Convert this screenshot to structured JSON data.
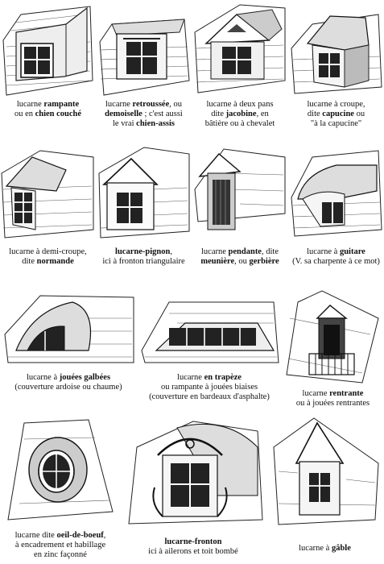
{
  "items": [
    {
      "lines": [
        [
          "lucarne ",
          [
            "rampante"
          ]
        ],
        [
          "ou en ",
          [
            "chien couché"
          ]
        ]
      ]
    },
    {
      "lines": [
        [
          "lucarne ",
          [
            "retroussée"
          ],
          ", ou"
        ],
        [
          [
            "demoiselle"
          ],
          " ; c'est aussi"
        ],
        [
          "le vrai ",
          [
            "chien-assis"
          ]
        ]
      ]
    },
    {
      "lines": [
        [
          "lucarne à deux pans"
        ],
        [
          "dite ",
          [
            "jacobine"
          ],
          ", en"
        ],
        [
          "bâtière ou à chevalet"
        ]
      ]
    },
    {
      "lines": [
        [
          "lucarne à croupe,"
        ],
        [
          "dite ",
          [
            "capucine"
          ],
          " ou"
        ],
        [
          "\"à la capucine\""
        ]
      ]
    },
    {
      "lines": [
        [
          "lucarne à demi-croupe,"
        ],
        [
          "dite ",
          [
            "normande"
          ]
        ]
      ]
    },
    {
      "lines": [
        [
          [
            "lucarne-pignon"
          ],
          ","
        ],
        [
          "ici à fronton triangulaire"
        ]
      ]
    },
    {
      "lines": [
        [
          "lucarne ",
          [
            "pendante"
          ],
          ", dite"
        ],
        [
          [
            "meunière"
          ],
          ", ou ",
          [
            "gerbière"
          ]
        ]
      ]
    },
    {
      "lines": [
        [
          "lucarne à ",
          [
            "guitare"
          ]
        ],
        [
          "(V. sa charpente à ce mot)"
        ]
      ]
    },
    {
      "lines": [
        [
          "lucarne à ",
          [
            "jouées galbées"
          ]
        ],
        [
          "(couverture ardoise ou chaume)"
        ]
      ]
    },
    {
      "lines": [
        [
          "lucarne ",
          [
            "en trapèze"
          ]
        ],
        [
          "ou rampante à jouées biaises"
        ],
        [
          "(couverture en bardeaux d'asphalte)"
        ]
      ]
    },
    {
      "lines": [
        [
          "lucarne ",
          [
            "rentrante"
          ]
        ],
        [
          "ou à jouées rentrantes"
        ]
      ]
    },
    {
      "lines": [
        [
          "lucarne dite ",
          [
            "oeil-de-boeuf"
          ],
          ","
        ],
        [
          "à encadrement et habillage"
        ],
        [
          "en zinc façonné"
        ]
      ]
    },
    {
      "lines": [
        [
          [
            "lucarne-fronton"
          ]
        ],
        [
          "ici à ailerons et toit bombé"
        ]
      ]
    },
    {
      "lines": [
        [
          "lucarne à ",
          [
            "gâble"
          ]
        ]
      ]
    }
  ]
}
